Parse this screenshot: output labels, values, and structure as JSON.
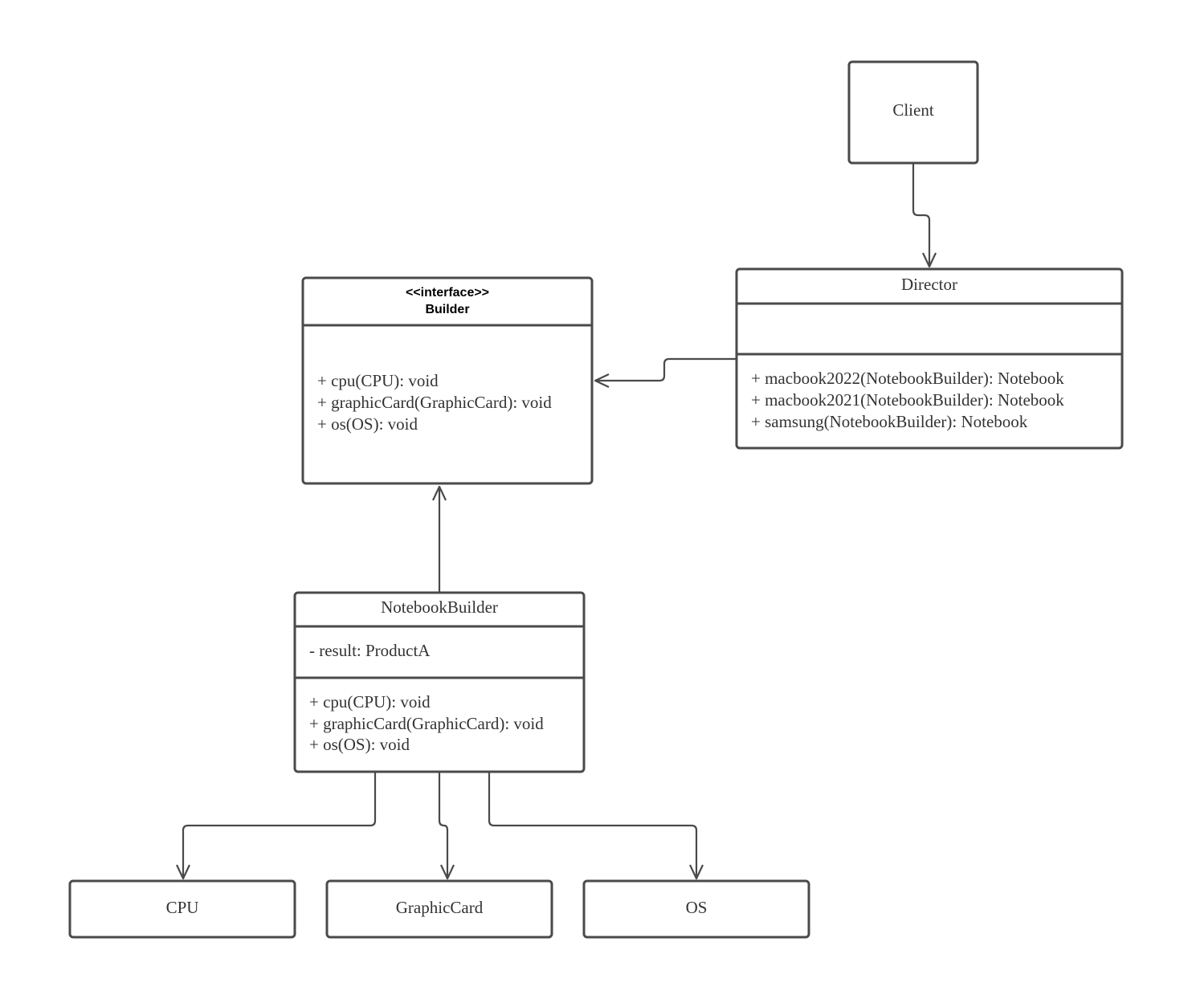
{
  "diagram": {
    "client": {
      "name": "Client"
    },
    "director": {
      "name": "Director",
      "methods": [
        "+ macbook2022(NotebookBuilder): Notebook",
        "+ macbook2021(NotebookBuilder): Notebook",
        "+ samsung(NotebookBuilder): Notebook"
      ]
    },
    "builder": {
      "stereotype": "<<interface>>",
      "name": "Builder",
      "methods": [
        "+ cpu(CPU): void",
        "+ graphicCard(GraphicCard): void",
        "+ os(OS): void"
      ]
    },
    "notebook_builder": {
      "name": "NotebookBuilder",
      "attributes": [
        "- result: ProductA"
      ],
      "methods": [
        "+ cpu(CPU): void",
        "+ graphicCard(GraphicCard): void",
        "+ os(OS): void"
      ]
    },
    "cpu": {
      "name": "CPU"
    },
    "graphic_card": {
      "name": "GraphicCard"
    },
    "os": {
      "name": "OS"
    }
  },
  "colors": {
    "stroke": "#4a4a4a",
    "text": "#333333",
    "background": "#ffffff"
  }
}
